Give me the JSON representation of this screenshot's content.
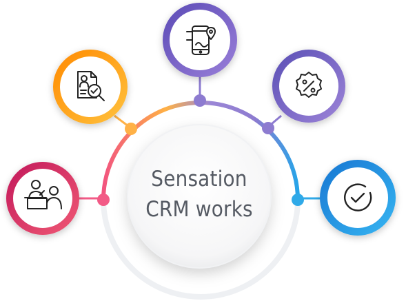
{
  "diagram": {
    "center_title_line1": "Sensation",
    "center_title_line2": "CRM works",
    "nodes": [
      {
        "name": "interview-node",
        "icon": "interview-icon",
        "ring_start": "#c2185b",
        "ring_end": "#f05a74"
      },
      {
        "name": "document-search-node",
        "icon": "document-search-icon",
        "ring_start": "#ff8a00",
        "ring_end": "#ffc23f"
      },
      {
        "name": "mobile-location-node",
        "icon": "mobile-location-icon",
        "ring_start": "#5b4bb6",
        "ring_end": "#9a7fd9"
      },
      {
        "name": "discount-badge-node",
        "icon": "discount-badge-icon",
        "ring_start": "#5a4fb5",
        "ring_end": "#9d84d8"
      },
      {
        "name": "check-circle-node",
        "icon": "check-circle-icon",
        "ring_start": "#1976d2",
        "ring_end": "#36b6f2"
      }
    ],
    "colors": {
      "arc_pink": "#f25a86",
      "arc_orange": "#ffb146",
      "arc_purple": "#8d7bd0",
      "arc_blue": "#2fa9e8",
      "center_text": "#555a63"
    }
  }
}
